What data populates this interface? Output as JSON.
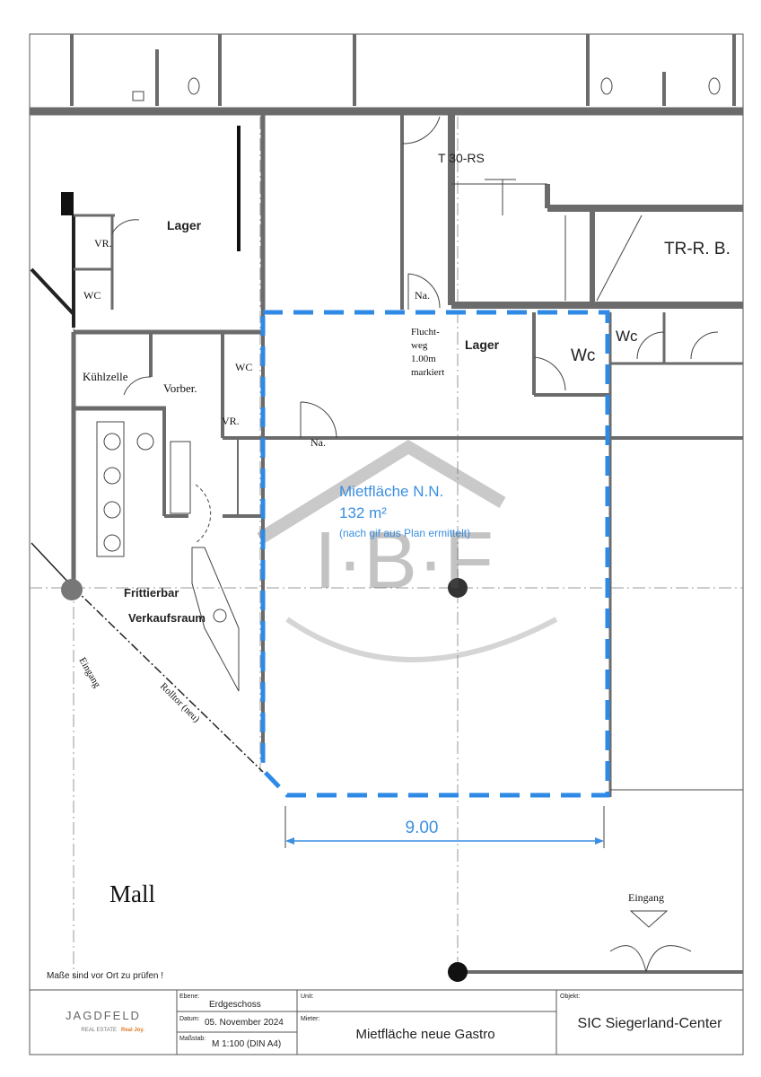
{
  "plan": {
    "rooms": {
      "lager_top": "Lager",
      "lager_mid": "Lager",
      "vr_left": "VR.",
      "wc_left": "WC",
      "kuehlzelle": "Kühlzelle",
      "vorber": "Vorber.",
      "wc_small": "WC",
      "vr_small": "VR.",
      "na_top": "Na.",
      "na_mid": "Na.",
      "wc_right1": "Wc",
      "wc_right2": "Wc",
      "t30": "T 30-RS",
      "trrb": "TR-R. B.",
      "fluchtweg": [
        "Flucht-",
        "weg",
        "1.00m",
        "markiert"
      ],
      "frittierbar": "Frittierbar",
      "verkaufsraum": "Verkaufsraum",
      "eingang_left": "Eingang",
      "rolltor": "Rolltor (neu)",
      "mall": "Mall",
      "eingang_bottom": "Eingang",
      "note": "Maße sind vor Ort zu prüfen !"
    },
    "rental_area": {
      "title": "Mietfläche N.N.",
      "area": "132 m²",
      "note": "(nach gif aus Plan ermittelt)",
      "width_dimension": "9.00",
      "outline_color": "#2f8ae6"
    },
    "watermark": "I·B·F"
  },
  "title_block": {
    "logo_name": "JAGDFELD",
    "logo_sub": "REAL ESTATE",
    "logo_tag": "Real Joy.",
    "ebene_label": "Ebene:",
    "ebene_value": "Erdgeschoss",
    "datum_label": "Datum:",
    "datum_value": "05. November  2024",
    "massstab_label": "Maßstab:",
    "massstab_value": "M 1:100 (DIN A4)",
    "unit_label": "Unit:",
    "unit_value": "",
    "mieter_label": "Mieter:",
    "mieter_value": "Mietfläche neue Gastro",
    "objekt_label": "Objekt:",
    "objekt_value": "SIC Siegerland-Center"
  }
}
